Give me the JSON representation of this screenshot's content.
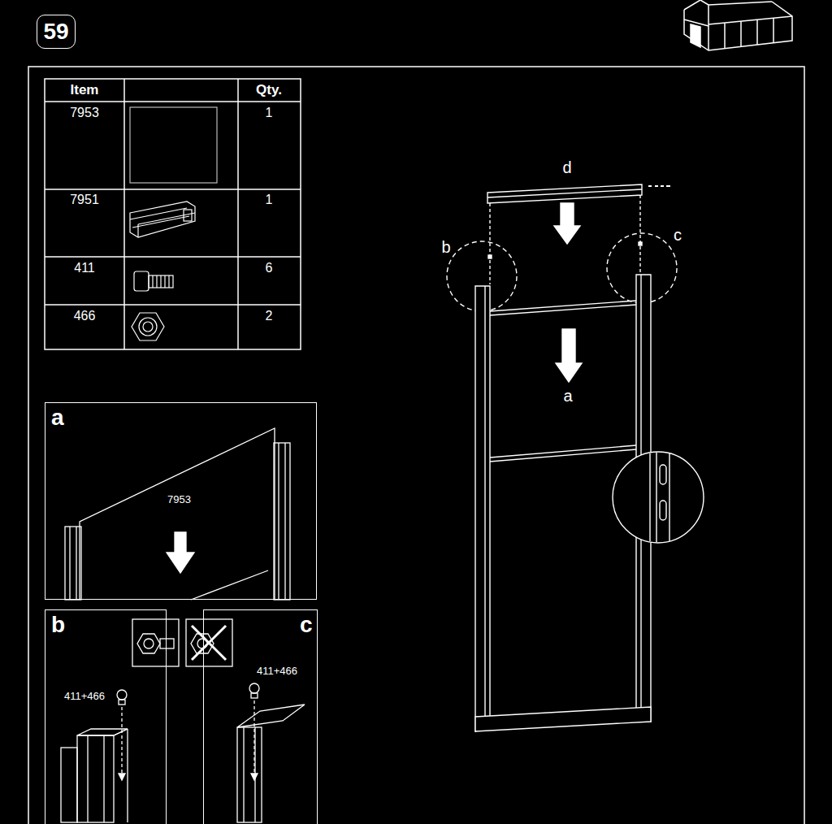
{
  "diagram": {
    "nodes": [
      {
        "text": [
          "59"
        ]
      },
      {
        "text": [
          "a",
          "7953"
        ]
      },
      {
        "text": [
          "b",
          "411+466"
        ]
      },
      {
        "text": [
          "c",
          "411+466"
        ]
      }
    ],
    "labels": [
      "Item",
      "Qty.",
      "7953",
      "1",
      "7951",
      "1",
      "411",
      "6",
      "466",
      "2",
      "d",
      "b",
      "c",
      "a"
    ]
  }
}
